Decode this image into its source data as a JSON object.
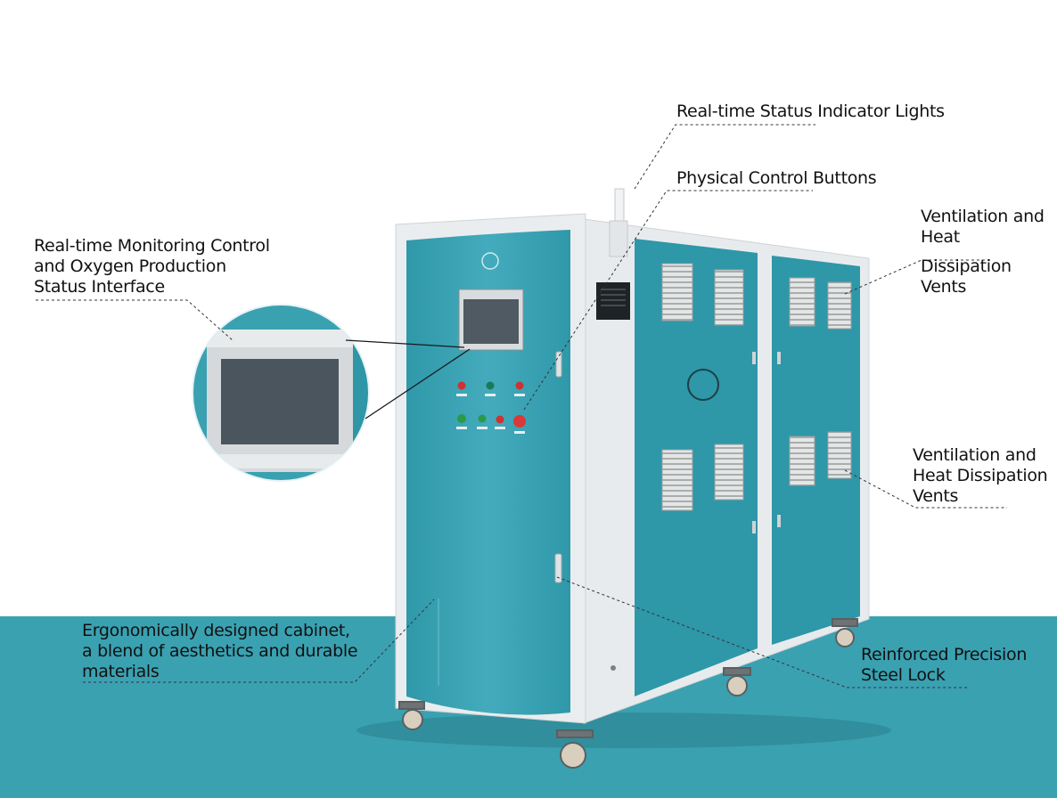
{
  "callouts": {
    "status_lights": [
      "Real-time Status Indicator Lights"
    ],
    "control_buttons": [
      "Physical Control Buttons"
    ],
    "monitoring_interface": [
      "Real-time Monitoring Control",
      "and Oxygen Production",
      "Status Interface"
    ],
    "vents_top": [
      "Ventilation and",
      "Heat",
      "Dissipation",
      "Vents"
    ],
    "vents_bottom": [
      "Ventilation and",
      "Heat Dissipation",
      "Vents"
    ],
    "cabinet": [
      "Ergonomically designed cabinet,",
      "a blend of aesthetics and durable",
      "materials"
    ],
    "lock": [
      "Reinforced Precision",
      "Steel Lock"
    ]
  },
  "colors": {
    "teal_panel": "#3aa1b1",
    "frame_white": "#e9ecee",
    "floor": "#3aa1b1"
  }
}
